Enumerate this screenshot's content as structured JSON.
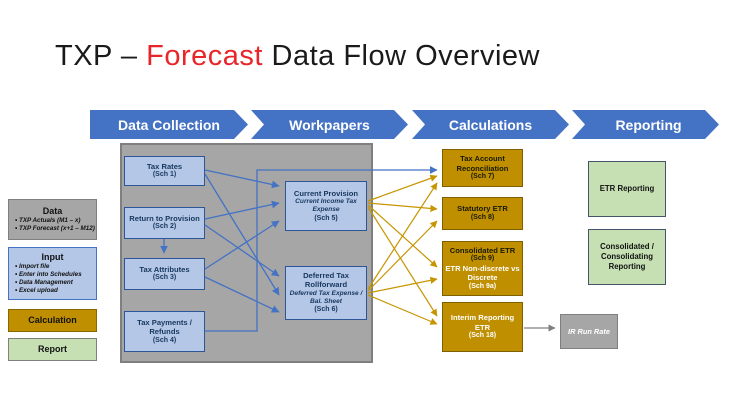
{
  "title": {
    "prefix": "TXP – ",
    "highlight": "Forecast",
    "suffix": " Data Flow Overview"
  },
  "phases": [
    {
      "label": "Data Collection"
    },
    {
      "label": "Workpapers"
    },
    {
      "label": "Calculations"
    },
    {
      "label": "Reporting"
    }
  ],
  "legend": {
    "data_box": {
      "title": "Data",
      "items": [
        "TXP Actuals (M1 – x)",
        "TXP Forecast (x+1 – M12)"
      ]
    },
    "input_box": {
      "title": "Input",
      "items": [
        "Import file",
        "Enter into Schedules",
        "Data Management",
        "Excel upload"
      ]
    },
    "calculation_box": {
      "label": "Calculation"
    },
    "report_box": {
      "label": "Report"
    }
  },
  "collection": {
    "tax_rates": {
      "title": "Tax Rates",
      "sch": "(Sch 1)"
    },
    "return_to_provision": {
      "title": "Return to Provision",
      "sch": "(Sch 2)"
    },
    "tax_attributes": {
      "title": "Tax Attributes",
      "sch": "(Sch 3)"
    },
    "tax_payments": {
      "title": "Tax Payments / Refunds",
      "sch": "(Sch 4)"
    }
  },
  "workpapers": {
    "current_provision": {
      "title": "Current Provision",
      "subtitle": "Current Income Tax Expense",
      "sch": "(Sch 5)"
    },
    "deferred_tax": {
      "title": "Deferred Tax Rollforward",
      "subtitle": "Deferred Tax Expense / Bal. Sheet",
      "sch": "(Sch 6)"
    }
  },
  "calculations": {
    "tax_account_reconciliation": {
      "title": "Tax Account Reconciliation",
      "sch": "(Sch 7)"
    },
    "statutory_etr": {
      "title": "Statutory ETR",
      "sch": "(Sch 8)"
    },
    "consolidated_etr": {
      "title": "Consolidated ETR",
      "sch": "(Sch 9)",
      "subtitle": "ETR Non-discrete vs Discrete",
      "subtitle_sch": "(Sch 9a)"
    },
    "interim_reporting_etr": {
      "title": "Interim Reporting ETR",
      "sch": "(Sch 18)"
    }
  },
  "reporting": {
    "etr_reporting": {
      "label": "ETR Reporting"
    },
    "consolidated_reporting": {
      "label": "Consolidated / Consolidating Reporting"
    },
    "ir_run_rate": {
      "label": "IR Run Rate"
    }
  },
  "colors": {
    "chevron_blue": "#4472C4",
    "box_blue_fill": "#B4C7E7",
    "box_blue_border": "#2E5597",
    "gold_fill": "#BF8F00",
    "gold_border": "#7F6000",
    "green_fill": "#C6E0B4",
    "gray_fill": "#A6A6A6",
    "title_red": "#E8252B"
  }
}
